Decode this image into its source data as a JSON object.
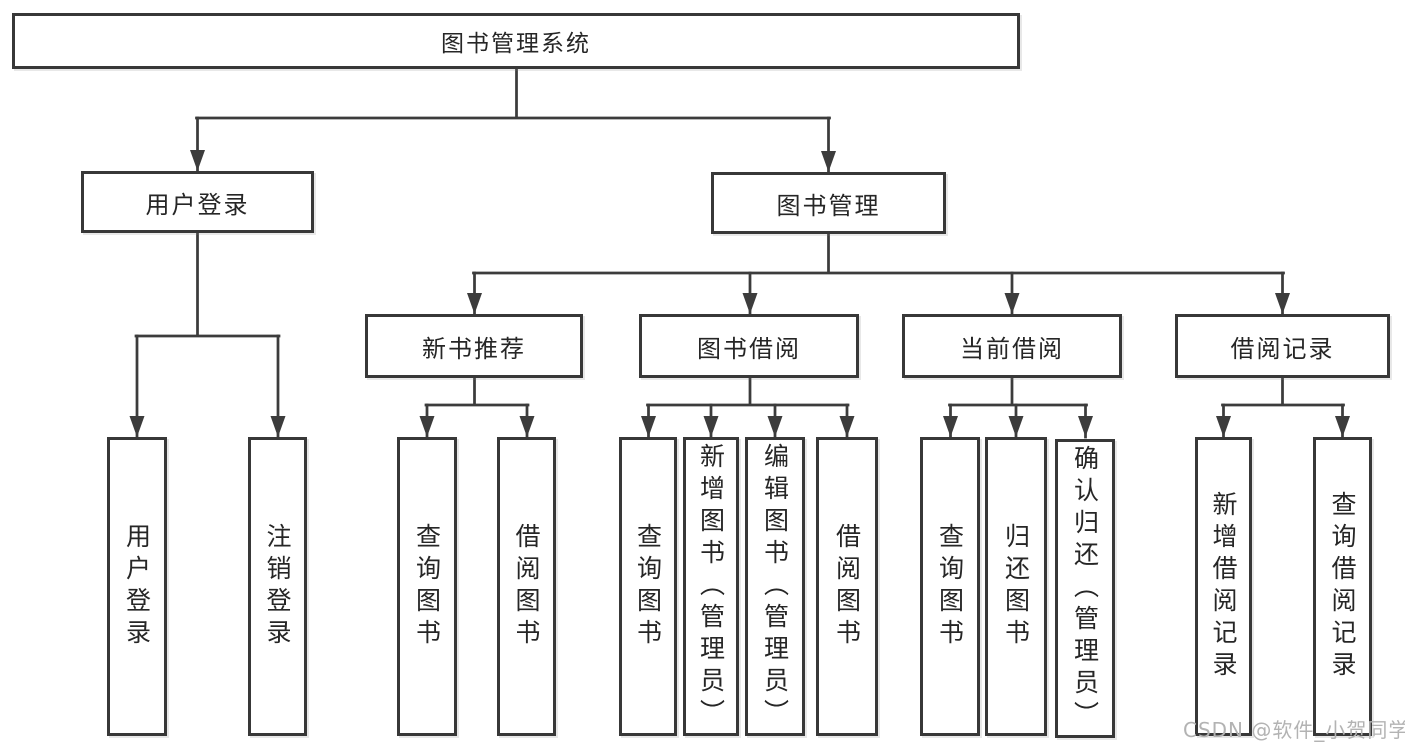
{
  "diagram_title": "图书管理系统",
  "colors": {
    "line": "#3c3c3c",
    "box_border": "#383838",
    "box_fill": "#ffffff",
    "text": "#262626",
    "watermark": "#b3b3b3"
  },
  "tree": {
    "root": {
      "label": "图书管理系统"
    },
    "level2": [
      {
        "label": "用户登录"
      },
      {
        "label": "图书管理"
      }
    ],
    "level3": [
      {
        "label": "新书推荐",
        "parent": "图书管理"
      },
      {
        "label": "图书借阅",
        "parent": "图书管理"
      },
      {
        "label": "当前借阅",
        "parent": "图书管理"
      },
      {
        "label": "借阅记录",
        "parent": "图书管理"
      }
    ],
    "leaves": [
      {
        "label": "用户登录",
        "parent": "用户登录"
      },
      {
        "label": "注销登录",
        "parent": "用户登录"
      },
      {
        "label": "查询图书",
        "parent": "新书推荐"
      },
      {
        "label": "借阅图书",
        "parent": "新书推荐"
      },
      {
        "label": "查询图书",
        "parent": "图书借阅"
      },
      {
        "label": "新增图书（管理员）",
        "parent": "图书借阅"
      },
      {
        "label": "编辑图书（管理员）",
        "parent": "图书借阅"
      },
      {
        "label": "借阅图书",
        "parent": "图书借阅"
      },
      {
        "label": "查询图书",
        "parent": "当前借阅"
      },
      {
        "label": "归还图书",
        "parent": "当前借阅"
      },
      {
        "label": "确认归还（管理员）",
        "parent": "当前借阅"
      },
      {
        "label": "新增借阅记录",
        "parent": "借阅记录"
      },
      {
        "label": "查询借阅记录",
        "parent": "借阅记录"
      }
    ]
  },
  "watermark": {
    "text": "CSDN @软件_小贺同学"
  }
}
